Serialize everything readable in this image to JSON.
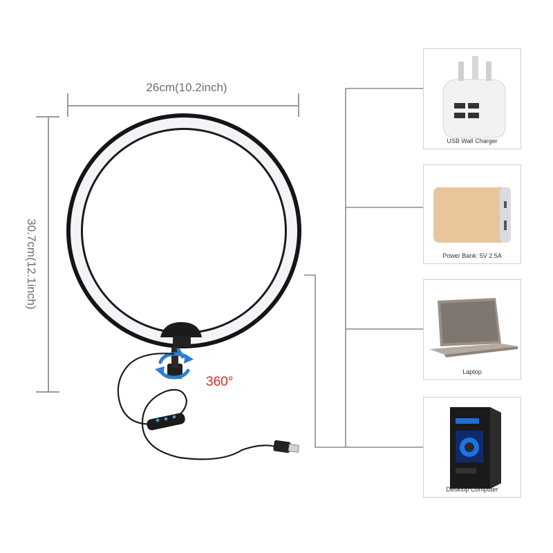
{
  "dimensions": {
    "width_label": "26cm(10.2inch)",
    "height_label": "30.7cm(12.1inch)"
  },
  "rotation_label": "360°",
  "power_sources": [
    {
      "label": "USB Wall Charger"
    },
    {
      "label": "Power Bank: 5V 2.5A"
    },
    {
      "label": "Laptop"
    },
    {
      "label": "Desktop Computer"
    }
  ],
  "colors": {
    "accent_red": "#d9262a",
    "rotate_arrow_blue": "#2a7fd0",
    "dimension_gray": "#9a9a9a"
  }
}
